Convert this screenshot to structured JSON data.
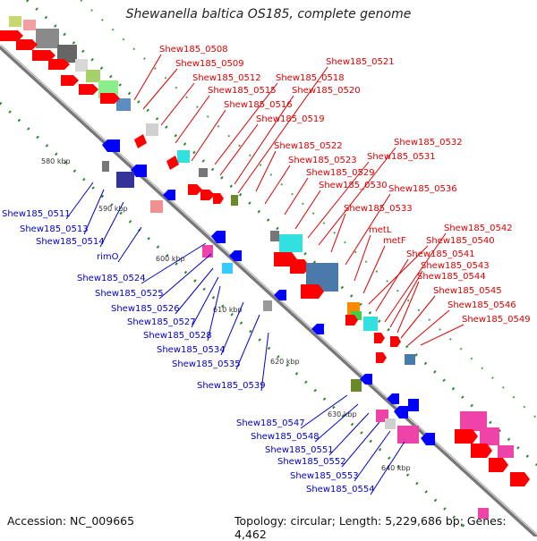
{
  "title": "Shewanella baltica OS185, complete genome",
  "accession": "Accession: NC_009665",
  "summary": "Topology: circular; Length: 5,229,686 bp; Genes: 4,462",
  "colors": {
    "forward_label": "#dd0000",
    "reverse_label": "#0000cc",
    "forward_gene": "#ff0000",
    "reverse_gene": "#0000ff",
    "backbone": "#888888",
    "tick": "#2a8a2a"
  },
  "scale_ticks": [
    "580 kbp",
    "590 kbp",
    "600 kbp",
    "610 kbp",
    "620 kbp",
    "630 kbp",
    "640 kbp"
  ],
  "forward_genes": [
    "Shew185_0508",
    "Shew185_0509",
    "Shew185_0512",
    "Shew185_0515",
    "Shew185_0516",
    "Shew185_0518",
    "Shew185_0519",
    "Shew185_0520",
    "Shew185_0521",
    "Shew185_0522",
    "Shew185_0523",
    "Shew185_0529",
    "Shew185_0530",
    "Shew185_0531",
    "Shew185_0532",
    "Shew185_0533",
    "Shew185_0536",
    "metL",
    "metF",
    "Shew185_0540",
    "Shew185_0541",
    "Shew185_0542",
    "Shew185_0543",
    "Shew185_0544",
    "Shew185_0545",
    "Shew185_0546",
    "Shew185_0549"
  ],
  "reverse_genes": [
    "Shew185_0511",
    "Shew185_0513",
    "Shew185_0514",
    "rimO",
    "Shew185_0524",
    "Shew185_0525",
    "Shew185_0526",
    "Shew185_0527",
    "Shew185_0528",
    "Shew185_0534",
    "Shew185_0535",
    "Shew185_0539",
    "Shew185_0547",
    "Shew185_0548",
    "Shew185_0551",
    "Shew185_0552",
    "Shew185_0553",
    "Shew185_0554"
  ]
}
